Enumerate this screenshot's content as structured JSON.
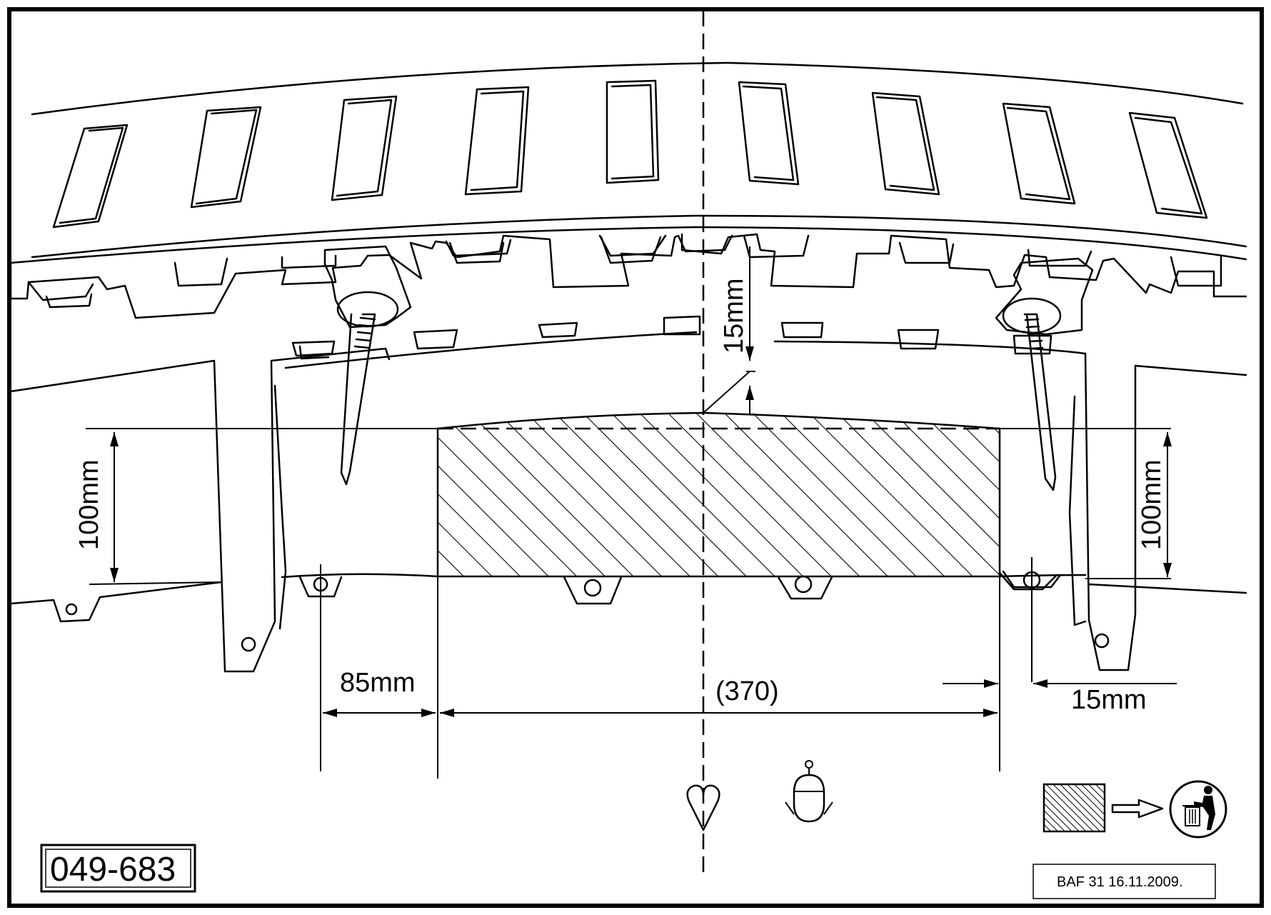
{
  "dimensions": {
    "top_gap": "15mm",
    "left_height": "100mm",
    "right_height": "100mm",
    "left_offset": "85mm",
    "cut_width": "(370)",
    "right_offset": "15mm"
  },
  "figure_code": "049-683",
  "stamp": "BAF 31  16.11.2009.",
  "icons": {
    "heart": "heart-icon",
    "welding_mask": "welding-mask-icon",
    "dispose": "trash-bin-icon",
    "arrow": "arrow-right-icon",
    "hatch_swatch": "hatched-area-swatch"
  }
}
